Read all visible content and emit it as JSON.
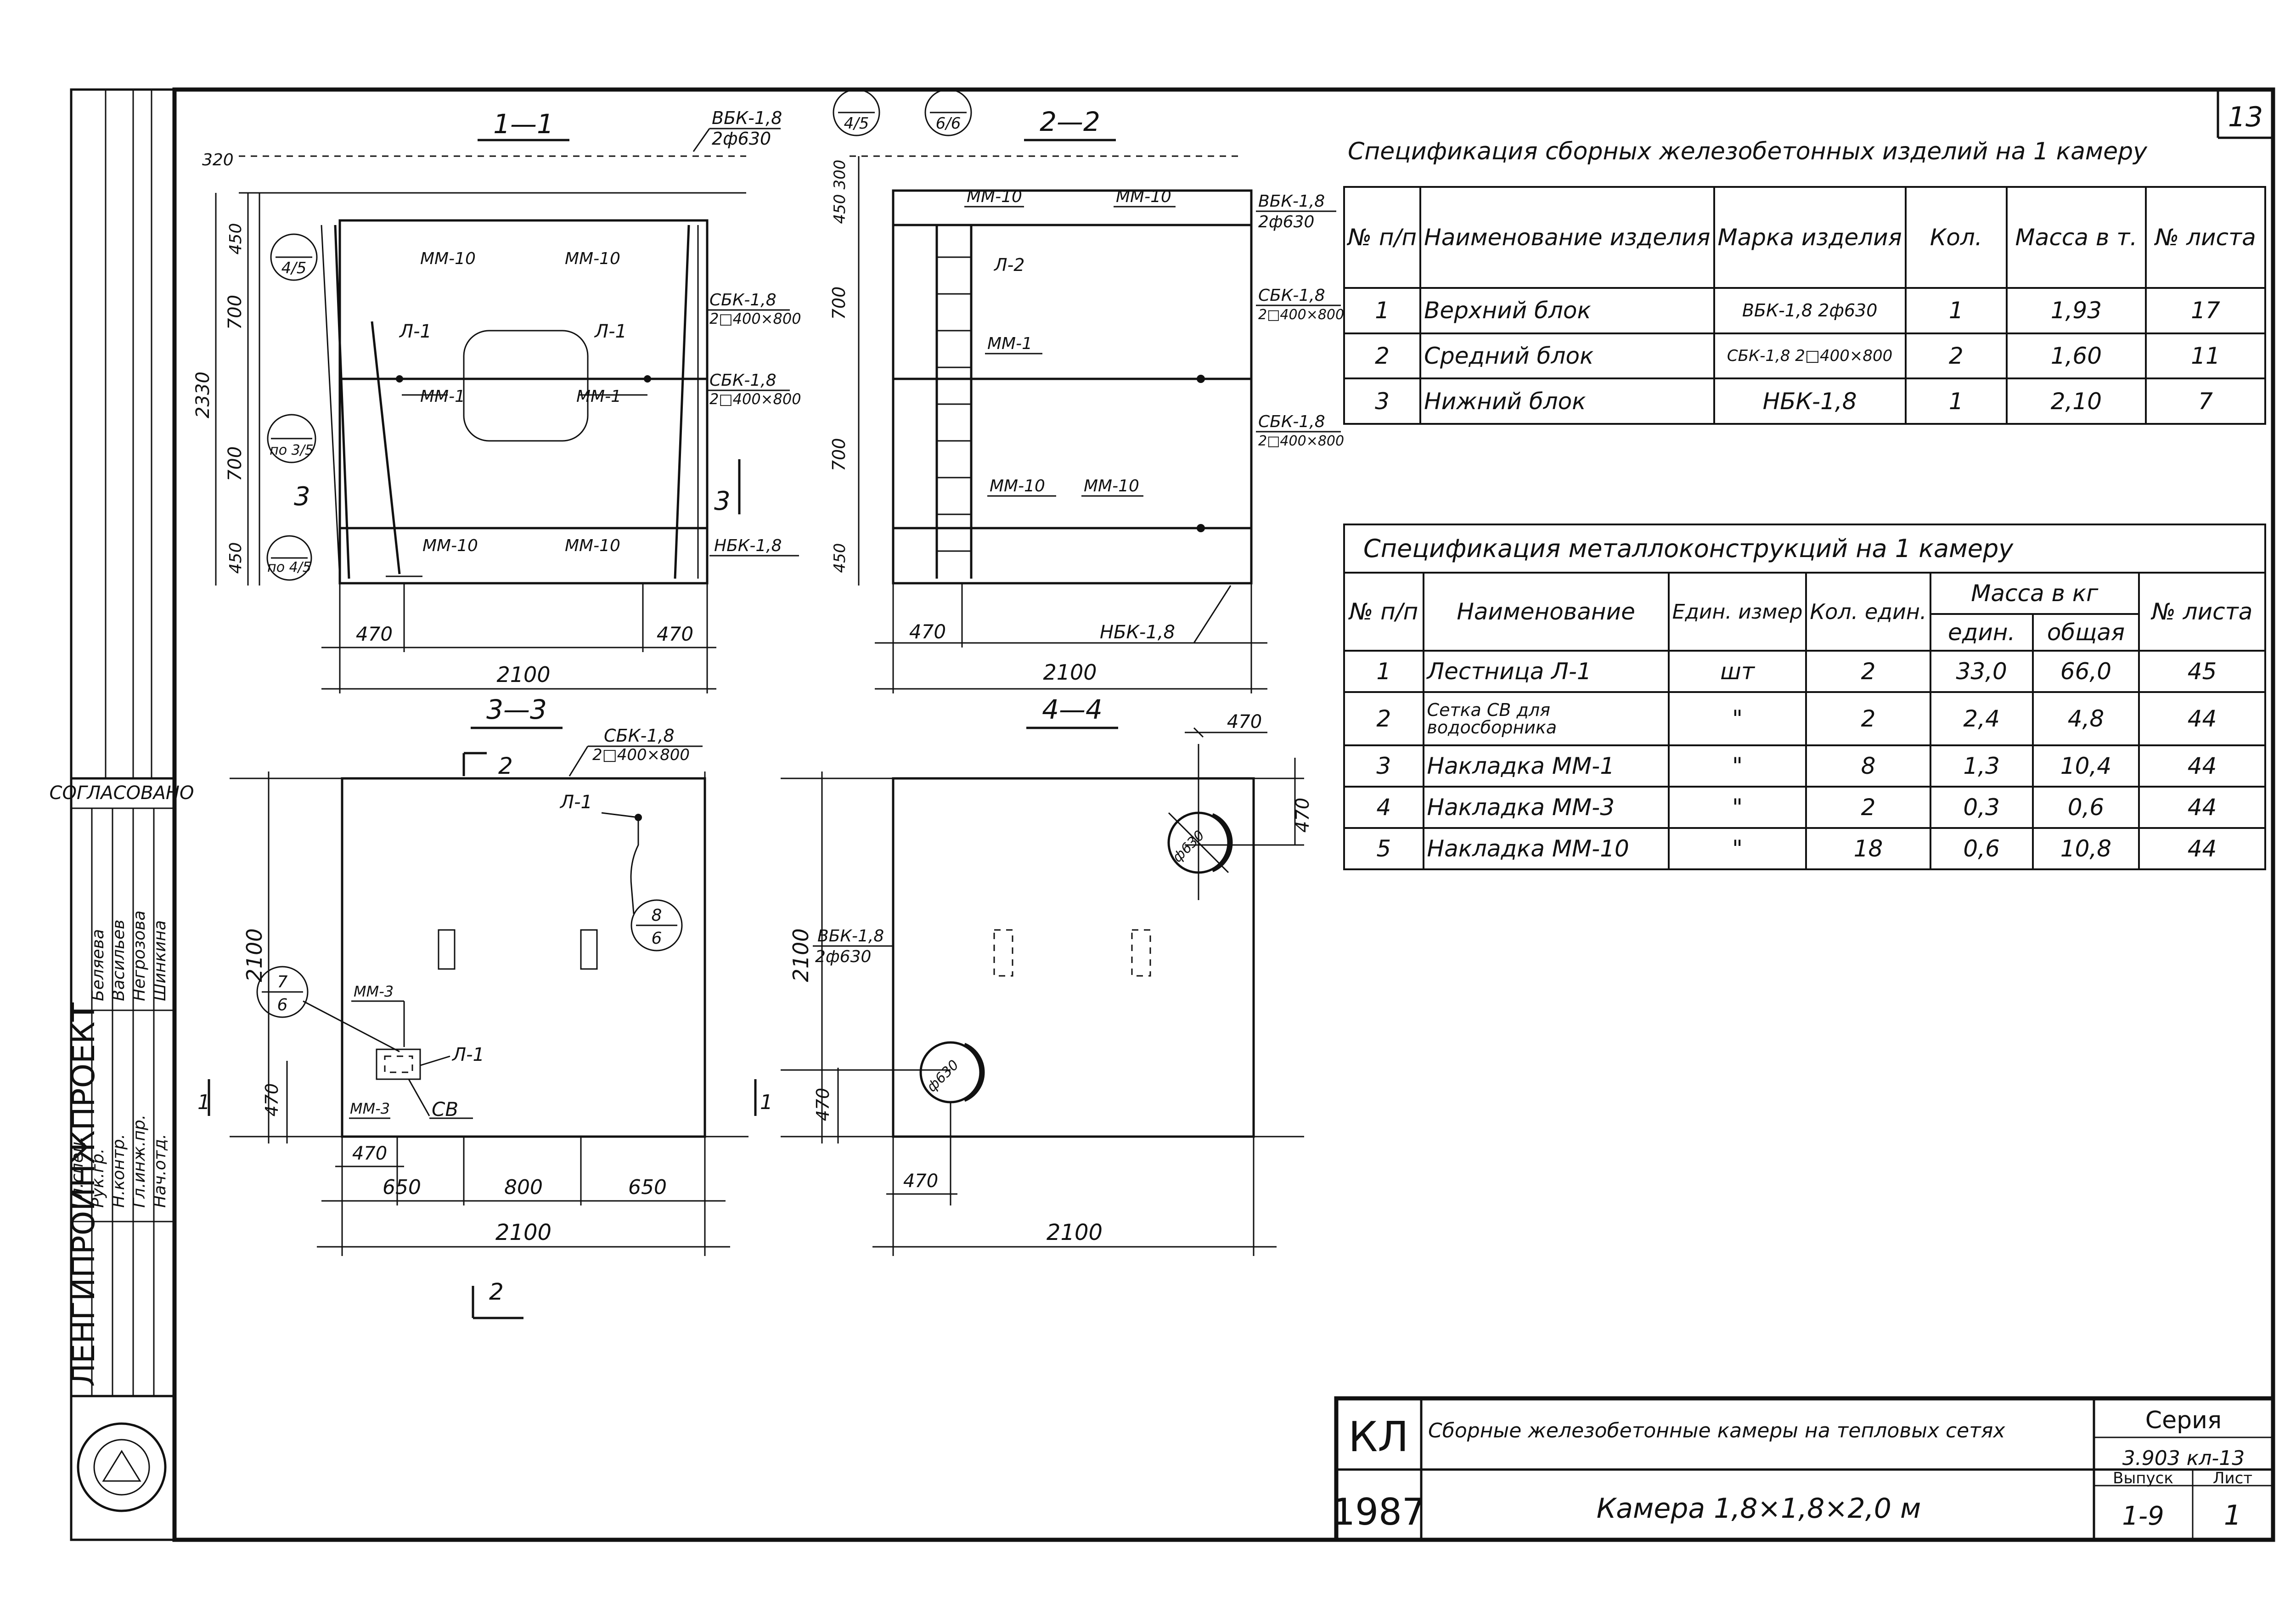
{
  "sheet": {
    "page_number": "13",
    "organization": "ЛЕНГИПРОИНЖПРОЕКТ",
    "approval": "СОГЛАСОВАНО",
    "signers": [
      "Гл.спец.",
      "Рук.гр.",
      "Н.контр.",
      "Гл.инж.пр.",
      "Нач.отд."
    ],
    "signer_names": [
      "Беляева",
      "Васильев",
      "Негрозова",
      "Шинкина"
    ],
    "year": "1987",
    "title_code": "КЛ",
    "project_title": "Сборные железобетонные камеры на тепловых сетях",
    "drawing_title": "Камера 1,8×1,8×2,0 м",
    "series_label": "Серия",
    "series_value": "3.903 кл-13",
    "issue_label": "Выпуск",
    "issue_value": "1-9",
    "sheet_label": "Лист",
    "sheet_value": "1"
  },
  "section_1_1": {
    "title": "1—1",
    "labels": {
      "top_block": "ВБК-1,8",
      "top_block_sub": "2ф630",
      "mid_block": "СБК-1,8",
      "mid_block_sub": "2□400×800",
      "mid_block2": "СБК-1,8",
      "mid_block2_sub": "2□400×800",
      "bottom_block": "НБК-1,8",
      "mm10a": "ММ-10",
      "mm10b": "ММ-10",
      "mm10c": "ММ-10",
      "mm10d": "ММ-10",
      "l1a": "Л-1",
      "l1b": "Л-1",
      "mm1a": "ММ-1",
      "mm1b": "ММ-1",
      "cut3": "3",
      "cut3b": "3",
      "leader_ref1": "4/5",
      "leader_ref2": "по 3/5",
      "leader_ref3": "по 4/5",
      "top": "320"
    },
    "dims": {
      "d450a": "450",
      "d700a": "700",
      "d700b": "700",
      "d450b": "450",
      "d2330": "2330",
      "d470a": "470",
      "d470b": "470",
      "d2100": "2100"
    }
  },
  "section_2_2": {
    "title": "2—2",
    "refs": [
      "4/5",
      "6/6"
    ],
    "labels": {
      "mm10a": "ММ-10",
      "mm10b": "ММ-10",
      "mm10c": "ММ-10",
      "mm10d": "ММ-10",
      "l2": "Л-2",
      "mm1": "ММ-1",
      "top_block": "ВБК-1,8",
      "top_block_sub": "2ф630",
      "mid_block": "СБК-1,8",
      "mid_block_sub": "2□400×800",
      "mid_block2": "СБК-1,8",
      "mid_block2_sub": "2□400×800",
      "bottom_block": "НБК-1,8"
    },
    "dims": {
      "d300": "300",
      "d450a": "450",
      "d700a": "700",
      "d700b": "700",
      "d450b": "450",
      "d470": "470",
      "d2100": "2100"
    }
  },
  "section_3_3": {
    "title": "3—3",
    "cut2": "2",
    "cut2b": "2",
    "cut1": "1",
    "labels": {
      "mid_block": "СБК-1,8",
      "mid_block_sub": "2□400×800",
      "l1a": "Л-1",
      "l1b": "Л-1",
      "ref8": "8/6",
      "ref7": "7/6",
      "mm3a": "ММ-3",
      "mm3b": "ММ-3",
      "cv": "СВ"
    },
    "dims": {
      "d2100v": "2100",
      "d470v": "470",
      "d470h": "470",
      "d650a": "650",
      "d800": "800",
      "d650b": "650",
      "d2100h": "2100"
    }
  },
  "section_4_4": {
    "title": "4—4",
    "cut1": "1",
    "labels": {
      "top_block": "ВБК-1,8",
      "top_block_sub": "2ф630",
      "hole1": "ф630",
      "hole2": "ф630"
    },
    "dims": {
      "d470a": "470",
      "d470b": "470",
      "d2100v": "2100",
      "d470v": "470",
      "d470h": "470",
      "d2100h": "2100"
    }
  },
  "spec_precast": {
    "title": "Спецификация сборных железобетонных изделий на 1 камеру",
    "headers": [
      "№ п/п",
      "Наименование изделия",
      "Марка изделия",
      "Кол.",
      "Масса в т.",
      "№ листа"
    ],
    "rows": [
      [
        "1",
        "Верхний блок",
        "ВБК-1,8 2ф630",
        "1",
        "1,93",
        "17"
      ],
      [
        "2",
        "Средний блок",
        "СБК-1,8 2□400×800",
        "2",
        "1,60",
        "11"
      ],
      [
        "3",
        "Нижний блок",
        "НБК-1,8",
        "1",
        "2,10",
        "7"
      ]
    ]
  },
  "spec_metal": {
    "title": "Спецификация металлоконструкций на 1 камеру",
    "headers": {
      "num": "№ п/п",
      "name": "Наименование",
      "unit": "Един. измер",
      "qty": "Кол. един.",
      "mass": "Масса в кг",
      "mass_unit": "един.",
      "mass_total": "общая",
      "sheet": "№ листа"
    },
    "rows": [
      [
        "1",
        "Лестница Л-1",
        "шт",
        "2",
        "33,0",
        "66,0",
        "45"
      ],
      [
        "2",
        "Сетка СВ для водосборника",
        "\"",
        "2",
        "2,4",
        "4,8",
        "44"
      ],
      [
        "3",
        "Накладка ММ-1",
        "\"",
        "8",
        "1,3",
        "10,4",
        "44"
      ],
      [
        "4",
        "Накладка ММ-3",
        "\"",
        "2",
        "0,3",
        "0,6",
        "44"
      ],
      [
        "5",
        "Накладка ММ-10",
        "\"",
        "18",
        "0,6",
        "10,8",
        "44"
      ]
    ]
  }
}
